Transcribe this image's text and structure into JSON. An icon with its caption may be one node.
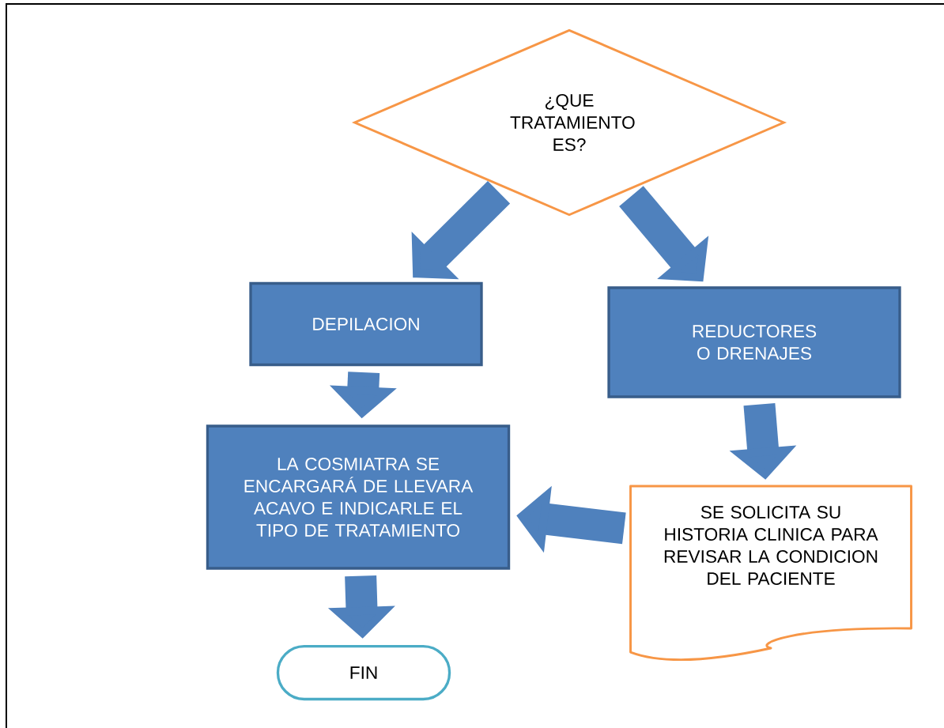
{
  "diagram": {
    "nodes": [
      {
        "text": [
          "¿QUE TRATAMIENTO ES?"
        ]
      },
      {
        "text": [
          "DEPILACION"
        ]
      },
      {
        "text": [
          "REDUCTORES O DRENAJES"
        ]
      },
      {
        "text": [
          "LA COSMIATRA SE ENCARGARÁ DE LLEVARA ACAVO E INDICARLE EL TIPO DE TRATAMIENTO"
        ]
      },
      {
        "text": [
          "SE SOLICITA SU HISTORIA CLINICA PARA REVISAR LA CONDICION DEL PACIENTE"
        ]
      },
      {
        "text": [
          "FIN"
        ]
      }
    ],
    "edges": [
      {
        "from": 0,
        "to": 1,
        "arrow": "to"
      },
      {
        "from": 0,
        "to": 2,
        "arrow": "to"
      },
      {
        "from": 1,
        "to": 3,
        "arrow": "to"
      },
      {
        "from": 2,
        "to": 4,
        "arrow": "to"
      },
      {
        "from": 4,
        "to": 3,
        "arrow": "to"
      },
      {
        "from": 3,
        "to": 5,
        "arrow": "to"
      }
    ]
  }
}
